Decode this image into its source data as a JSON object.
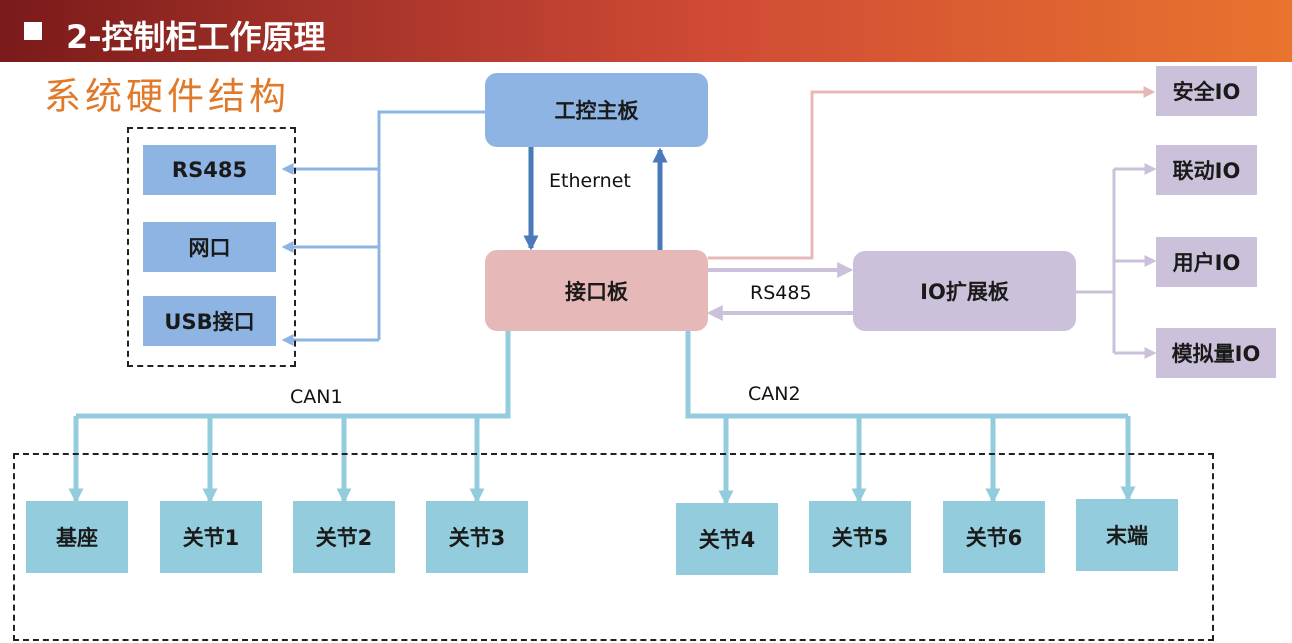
{
  "header": {
    "title": "2-控制柜工作原理"
  },
  "subtitle": "系统硬件结构",
  "nodes": {
    "main_board": "工控主板",
    "interface_board": "接口板",
    "io_board": "IO扩展板",
    "rs485_port": "RS485",
    "net_port": "网口",
    "usb_port": "USB接口",
    "safety_io": "安全IO",
    "linkage_io": "联动IO",
    "user_io": "用户IO",
    "analog_io": "模拟量IO",
    "base": "基座",
    "joint1": "关节1",
    "joint2": "关节2",
    "joint3": "关节3",
    "joint4": "关节4",
    "joint5": "关节5",
    "joint6": "关节6",
    "end": "末端"
  },
  "labels": {
    "ethernet": "Ethernet",
    "rs485_link": "RS485",
    "can1": "CAN1",
    "can2": "CAN2"
  },
  "colors": {
    "header_start": "#7a1a1a",
    "header_end": "#e8742e",
    "subtitle": "#e07a2a",
    "blue_box": "#8eb4e3",
    "pink_box": "#e6b9b8",
    "lavender_box": "#ccc1da",
    "teal_box": "#93cddd",
    "blue_line": "#8eb4e3",
    "dark_blue_arrow": "#4a7ab8",
    "pink_line": "#e6b9b8",
    "lavender_line": "#ccc1da",
    "teal_line": "#93cddd"
  }
}
